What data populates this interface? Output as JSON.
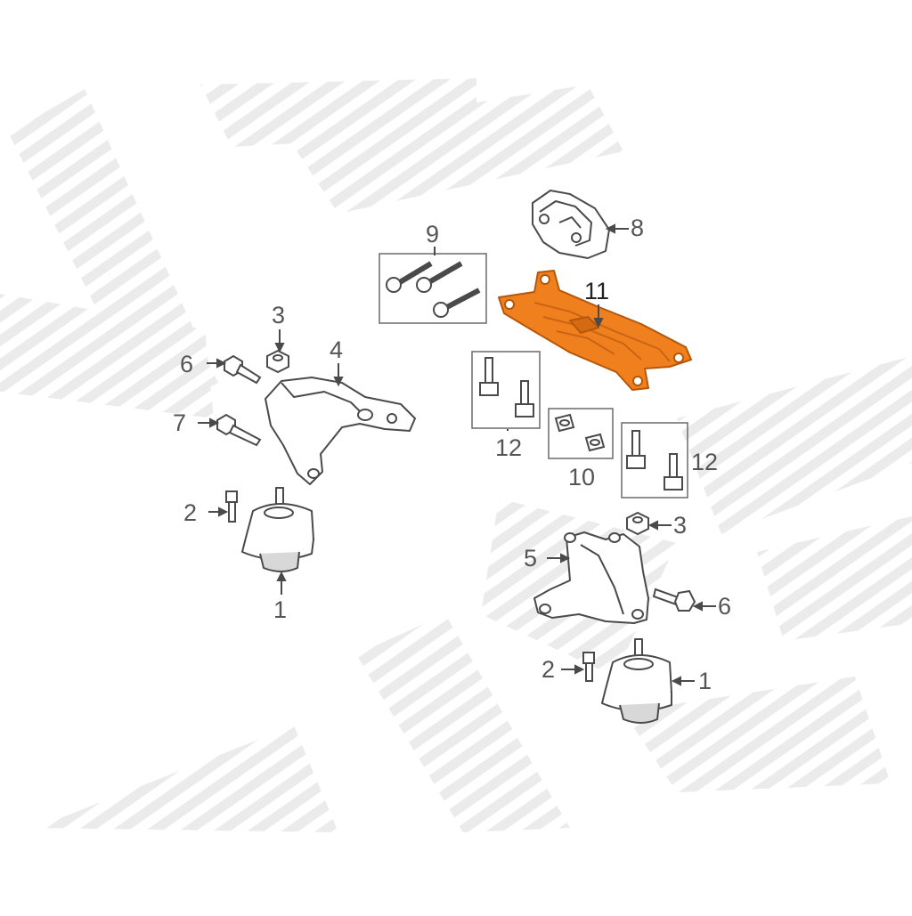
{
  "colors": {
    "line": "#4a4a4a",
    "part_fill": "#ffffff",
    "highlight": "#f07f1e",
    "highlight_dark": "#b5570a",
    "watermark": "#e6e6e6",
    "label": "#555555"
  },
  "callouts": [
    {
      "id": "label-1-left",
      "text": "1"
    },
    {
      "id": "label-1-right",
      "text": "1"
    },
    {
      "id": "label-2-left",
      "text": "2"
    },
    {
      "id": "label-2-right",
      "text": "2"
    },
    {
      "id": "label-3-left",
      "text": "3"
    },
    {
      "id": "label-3-right",
      "text": "3"
    },
    {
      "id": "label-4",
      "text": "4"
    },
    {
      "id": "label-5",
      "text": "5"
    },
    {
      "id": "label-6-left",
      "text": "6"
    },
    {
      "id": "label-6-right",
      "text": "6"
    },
    {
      "id": "label-7",
      "text": "7"
    },
    {
      "id": "label-8",
      "text": "8"
    },
    {
      "id": "label-9",
      "text": "9"
    },
    {
      "id": "label-10",
      "text": "10"
    },
    {
      "id": "label-11",
      "text": "11"
    },
    {
      "id": "label-12-left",
      "text": "12"
    },
    {
      "id": "label-12-right",
      "text": "12"
    }
  ],
  "highlighted_part": "11"
}
